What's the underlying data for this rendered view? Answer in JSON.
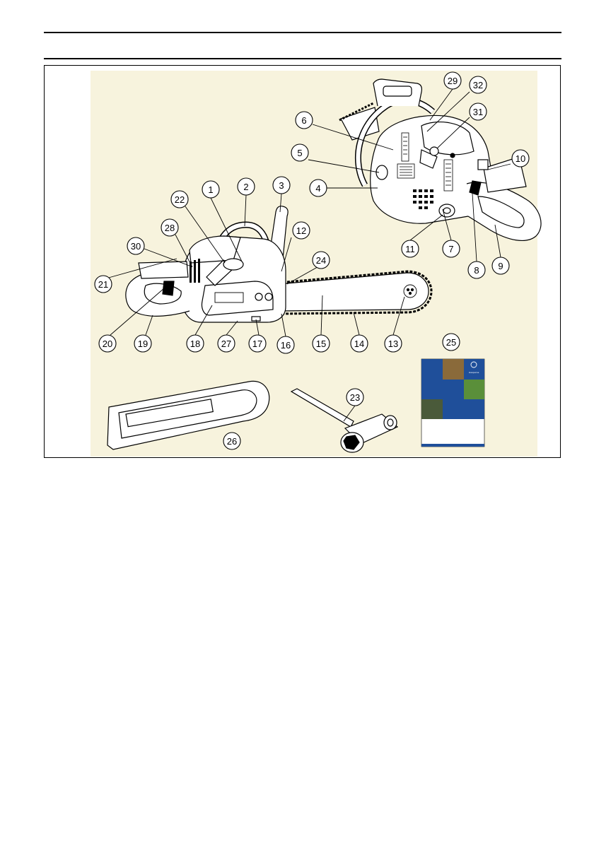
{
  "callouts": [
    {
      "id": "1",
      "label": "1"
    },
    {
      "id": "2",
      "label": "2"
    },
    {
      "id": "3",
      "label": "3"
    },
    {
      "id": "4",
      "label": "4"
    },
    {
      "id": "5",
      "label": "5"
    },
    {
      "id": "6",
      "label": "6"
    },
    {
      "id": "7",
      "label": "7"
    },
    {
      "id": "8",
      "label": "8"
    },
    {
      "id": "9",
      "label": "9"
    },
    {
      "id": "10",
      "label": "10"
    },
    {
      "id": "11",
      "label": "11"
    },
    {
      "id": "12",
      "label": "12"
    },
    {
      "id": "13",
      "label": "13"
    },
    {
      "id": "14",
      "label": "14"
    },
    {
      "id": "15",
      "label": "15"
    },
    {
      "id": "16",
      "label": "16"
    },
    {
      "id": "17",
      "label": "17"
    },
    {
      "id": "18",
      "label": "18"
    },
    {
      "id": "19",
      "label": "19"
    },
    {
      "id": "20",
      "label": "20"
    },
    {
      "id": "21",
      "label": "21"
    },
    {
      "id": "22",
      "label": "22"
    },
    {
      "id": "23",
      "label": "23"
    },
    {
      "id": "24",
      "label": "24"
    },
    {
      "id": "25",
      "label": "25"
    },
    {
      "id": "26",
      "label": "26"
    },
    {
      "id": "27",
      "label": "27"
    },
    {
      "id": "28",
      "label": "28"
    },
    {
      "id": "29",
      "label": "29"
    },
    {
      "id": "30",
      "label": "30"
    },
    {
      "id": "31",
      "label": "31"
    },
    {
      "id": "32",
      "label": "32"
    }
  ],
  "manual_logo_text": "Husqvarna",
  "colors": {
    "figure_background": "#f7f3dd",
    "manual_blue": "#1f4f9a",
    "line": "#000000"
  }
}
